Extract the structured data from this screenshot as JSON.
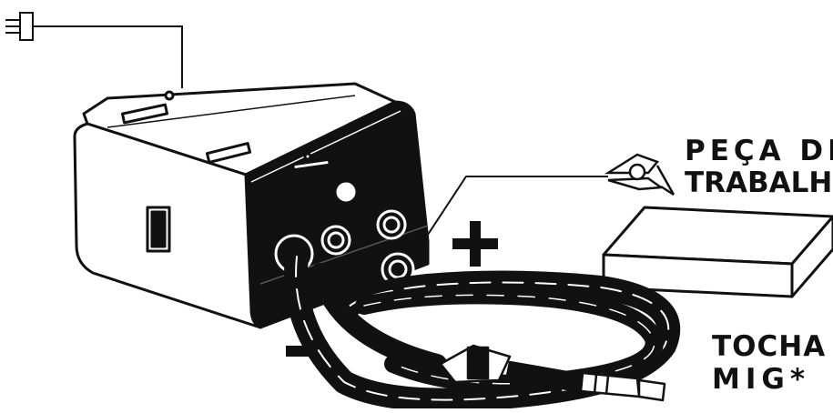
{
  "labels": {
    "workpiece_line1": "PEÇA DE",
    "workpiece_line2": "TRABALHO",
    "torch_line1": "TOCHA",
    "torch_line2": "MIG*"
  },
  "polarity": {
    "positive": "+",
    "negative": "–"
  },
  "colors": {
    "ink": "#111111",
    "background": "#ffffff"
  },
  "icons": [
    "power-plug-icon",
    "ground-clamp-icon",
    "welder-machine",
    "workpiece-block",
    "mig-torch"
  ]
}
